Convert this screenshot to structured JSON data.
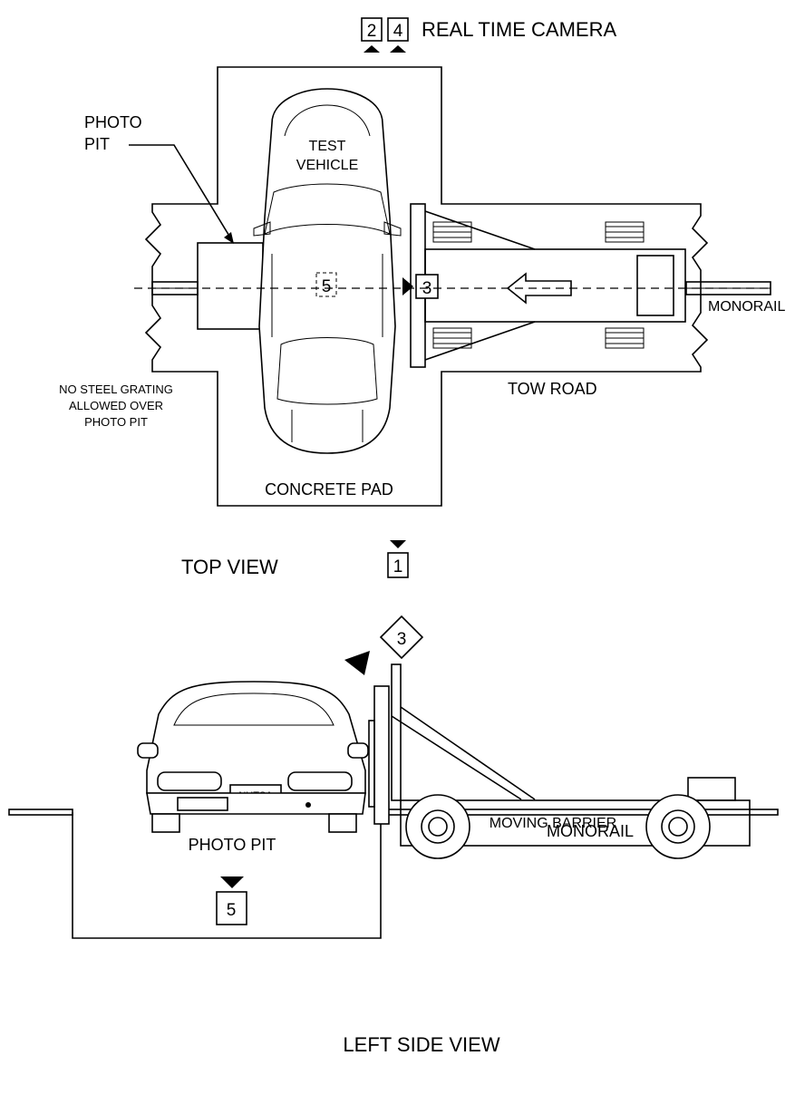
{
  "top_view": {
    "title": "TOP VIEW",
    "camera_header": "REAL TIME CAMERA",
    "camera_ids_top": [
      "2",
      "4"
    ],
    "camera_front": "1",
    "camera_center": "5",
    "camera_barrier": "3",
    "photo_pit_label_line1": "PHOTO",
    "photo_pit_label_line2": "PIT",
    "test_vehicle_line1": "TEST",
    "test_vehicle_line2": "VEHICLE",
    "monorail_label": "MONORAIL",
    "tow_road_label": "TOW ROAD",
    "concrete_pad_label": "CONCRETE PAD",
    "note_line1": "NO STEEL GRATING",
    "note_line2": "ALLOWED OVER",
    "note_line3": "PHOTO PIT"
  },
  "side_view": {
    "title": "LEFT SIDE VIEW",
    "camera_barrier": "3",
    "camera_pit": "5",
    "plate_text": "NHTSA",
    "moving_barrier_label": "MOVING BARRIER",
    "monorail_label": "MONORAIL",
    "photo_pit_label": "PHOTO PIT"
  }
}
